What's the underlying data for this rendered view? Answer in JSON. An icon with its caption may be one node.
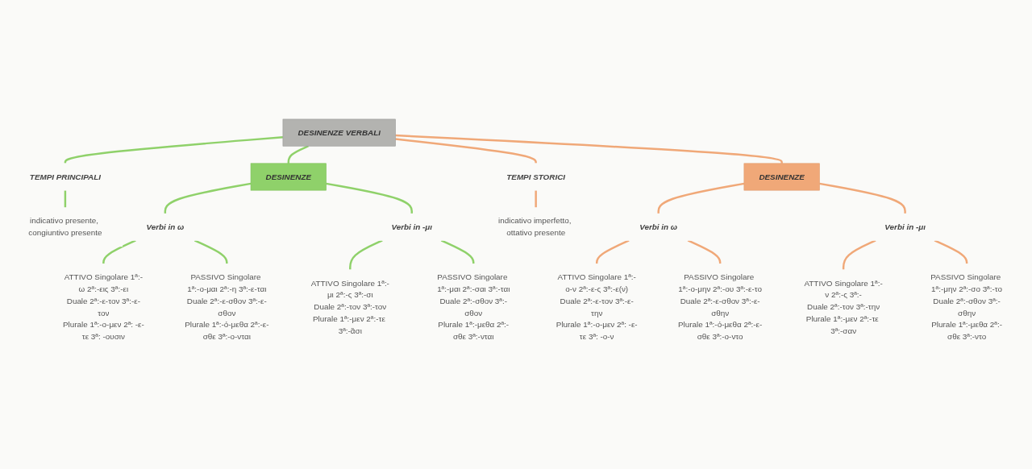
{
  "diagram": {
    "nodes": [
      {
        "text": [
          "DESINENZE VERBALI"
        ]
      },
      {
        "text": [
          "TEMPI PRINCIPALI"
        ]
      },
      {
        "text": [
          "indicativo presente, congiuntivo presente"
        ]
      },
      {
        "text": [
          "DESINENZE"
        ]
      },
      {
        "text": [
          "Verbi in ω"
        ]
      },
      {
        "text": [
          "ATTIVO Singolare 1ª:-ω 2ª:-εις 3ª:-ει",
          "Duale 2ª:-ε-τον 3ª:-ε-τον",
          "Plurale 1ª:-ο-μεν 2ª: -ε-τε 3ª: -ουσιν"
        ]
      },
      {
        "text": [
          "PASSIVO Singolare 1ª:-ο-μαι 2ª:-η 3ª:-ε-ται",
          "Duale 2ª:-ε-σθον 3ª:-ε-σθον",
          "Plurale 1ª:-ό-μεθα 2ª:-ε-σθε 3ª:-ο-νται"
        ]
      },
      {
        "text": [
          "Verbi in -μι"
        ]
      },
      {
        "text": [
          "ATTIVO Singolare 1ª:-μι 2ª:-ς 3ª:-σι",
          "Duale 2ª:-τον 3ª:-τον",
          "Plurale 1ª:-μεν 2ª:-τε 3ª:-ᾶσι"
        ]
      },
      {
        "text": [
          "PASSIVO Singolare 1ª:-μαι 2ª:-σαι 3ª:-ται",
          "Duale 2ª:-σθον 3ª:-σθον",
          "Plurale 1ª:-μεθα 2ª:-σθε 3ª:-νται"
        ]
      },
      {
        "text": [
          "TEMPI STORICI"
        ]
      },
      {
        "text": [
          "indicativo imperfetto, ottativo presente"
        ]
      },
      {
        "text": [
          "DESINENZE"
        ]
      },
      {
        "text": [
          "Verbi in ω"
        ]
      },
      {
        "text": [
          "ATTIVO Singolare 1ª:-ο-ν 2ª:-ε-ς 3ª:-ε(ν)",
          "Duale 2ª:-ε-τον 3ª:-ε-την",
          "Plurale 1ª:-ο-μεν 2ª: -ε-τε 3ª: -ο-ν"
        ]
      },
      {
        "text": [
          "PASSIVO Singolare 1ª:-ο-μην 2ª:-ου 3ª:-ε-το",
          "Duale 2ª:-ε-σθον 3ª:-ε-σθην",
          "Plurale 1ª:-ό-μεθα 2ª:-ε-σθε 3ª:-ο-ντο"
        ]
      },
      {
        "text": [
          "Verbi in -μι"
        ]
      },
      {
        "text": [
          "ATTIVO Singolare 1ª:-ν 2ª:-ς 3ª:-",
          "Duale 2ª:-τον 3ª:-την",
          "Plurale 1ª:-μεν 2ª:-τε 3ª:-σαν"
        ]
      },
      {
        "text": [
          "PASSIVO Singolare 1ª:-μην 2ª:-σο 3ª:-το",
          "Duale 2ª:-σθον 3ª:-σθην",
          "Plurale 1ª:-μεθα 2ª:-σθε 3ª:-ντο"
        ]
      }
    ],
    "edges": [
      {
        "from": 0,
        "to": 1,
        "arrow": "none",
        "color": "#8fd16a"
      },
      {
        "from": 1,
        "to": 2,
        "arrow": "none",
        "color": "#8fd16a"
      },
      {
        "from": 0,
        "to": 3,
        "arrow": "none",
        "color": "#8fd16a"
      },
      {
        "from": 3,
        "to": 4,
        "arrow": "none",
        "color": "#8fd16a"
      },
      {
        "from": 4,
        "to": 5,
        "arrow": "none",
        "color": "#8fd16a"
      },
      {
        "from": 4,
        "to": 6,
        "arrow": "none",
        "color": "#8fd16a"
      },
      {
        "from": 3,
        "to": 7,
        "arrow": "none",
        "color": "#8fd16a"
      },
      {
        "from": 7,
        "to": 8,
        "arrow": "none",
        "color": "#8fd16a"
      },
      {
        "from": 7,
        "to": 9,
        "arrow": "none",
        "color": "#8fd16a"
      },
      {
        "from": 0,
        "to": 10,
        "arrow": "none",
        "color": "#f0a878"
      },
      {
        "from": 10,
        "to": 11,
        "arrow": "none",
        "color": "#f0a878"
      },
      {
        "from": 0,
        "to": 12,
        "arrow": "none",
        "color": "#f0a878"
      },
      {
        "from": 12,
        "to": 13,
        "arrow": "none",
        "color": "#f0a878"
      },
      {
        "from": 13,
        "to": 14,
        "arrow": "none",
        "color": "#f0a878"
      },
      {
        "from": 13,
        "to": 15,
        "arrow": "none",
        "color": "#f0a878"
      },
      {
        "from": 12,
        "to": 16,
        "arrow": "none",
        "color": "#f0a878"
      },
      {
        "from": 16,
        "to": 17,
        "arrow": "none",
        "color": "#f0a878"
      },
      {
        "from": 16,
        "to": 18,
        "arrow": "none",
        "color": "#f0a878"
      }
    ]
  }
}
